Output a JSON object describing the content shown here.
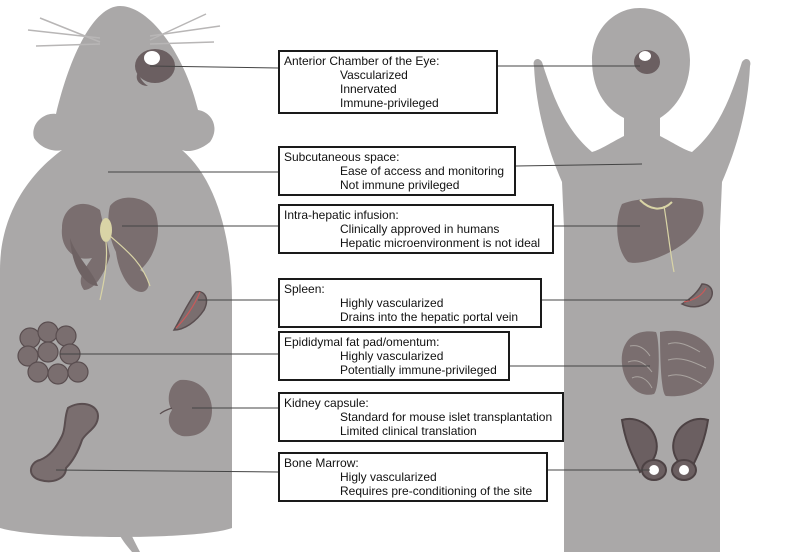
{
  "colors": {
    "body": "#aaa8a8",
    "organ": "#7a6e6f",
    "organ_dark": "#5a4e50",
    "vessel": "#d9d4a6",
    "line": "#444444",
    "box_border": "#1a1a1a"
  },
  "panels": {
    "left_subject": "mouse-silhouette",
    "right_subject": "human-silhouette"
  },
  "sites": [
    {
      "id": "eye",
      "title": "Anterior Chamber of the Eye:",
      "points": [
        "Vascularized",
        "Innervated",
        "Immune-privileged"
      ]
    },
    {
      "id": "subcutaneous",
      "title": "Subcutaneous space:",
      "points": [
        "Ease of access and monitoring",
        "Not immune privileged"
      ]
    },
    {
      "id": "intrahepatic",
      "title": "Intra-hepatic infusion:",
      "points": [
        "Clinically approved in humans",
        "Hepatic microenvironment is not ideal"
      ]
    },
    {
      "id": "spleen",
      "title": "Spleen:",
      "points": [
        "Highly vascularized",
        "Drains into the hepatic portal vein"
      ]
    },
    {
      "id": "fatpad",
      "title": "Epididymal fat pad/omentum:",
      "points": [
        "Highly vascularized",
        "Potentially immune-privileged"
      ]
    },
    {
      "id": "kidney",
      "title": "Kidney capsule:",
      "points": [
        "Standard for mouse islet transplantation",
        "Limited clinical translation"
      ]
    },
    {
      "id": "marrow",
      "title": "Bone Marrow:",
      "points": [
        "Higly vascularized",
        "Requires pre-conditioning of the site"
      ]
    }
  ]
}
